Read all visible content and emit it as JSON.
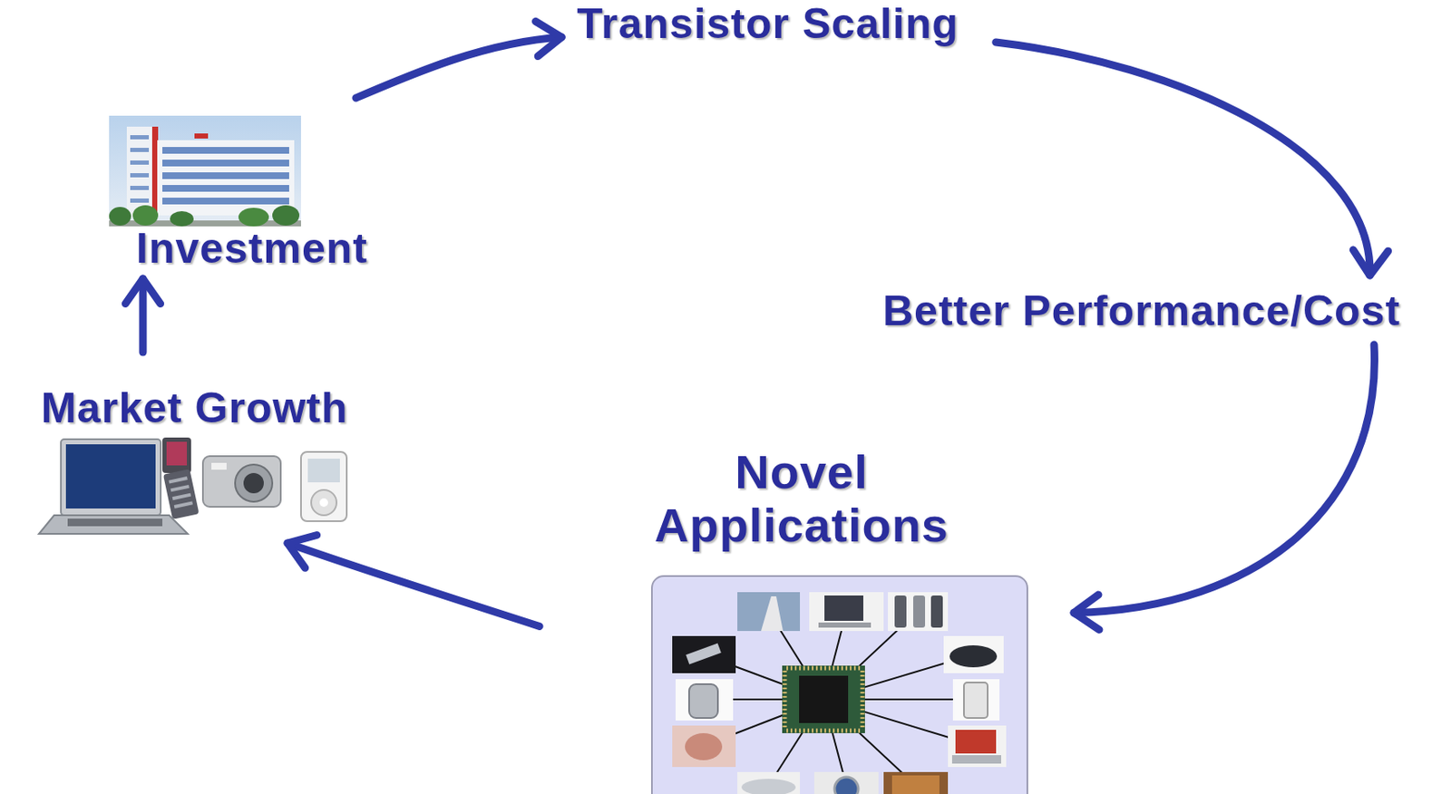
{
  "diagram": {
    "nodes": [
      {
        "text": [
          "Transistor Scaling"
        ]
      },
      {
        "text": [
          "Investment"
        ]
      },
      {
        "text": [
          "Better Performance/Cost"
        ]
      },
      {
        "text": [
          "Market Growth"
        ]
      },
      {
        "text": [
          "Novel Applications"
        ]
      }
    ],
    "edges": [
      {
        "from": 0,
        "to": 2,
        "arrow": "to"
      },
      {
        "from": 2,
        "to": 4,
        "arrow": "to"
      },
      {
        "from": 4,
        "to": 3,
        "arrow": "to"
      },
      {
        "from": 3,
        "to": 1,
        "arrow": "to"
      },
      {
        "from": 1,
        "to": 0,
        "arrow": "to"
      }
    ]
  }
}
